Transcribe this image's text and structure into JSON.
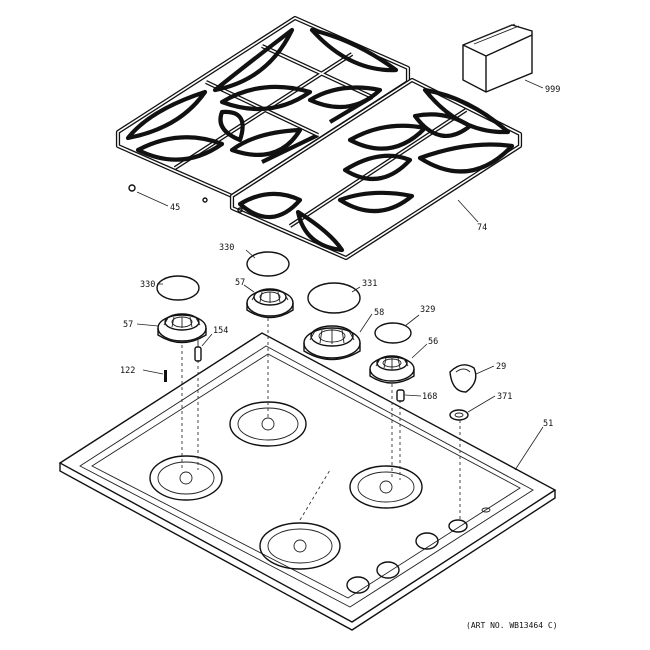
{
  "callouts": {
    "c999": "999",
    "c45": "45",
    "c74": "74",
    "c330a": "330",
    "c330b": "330",
    "c331": "331",
    "c57a": "57",
    "c57b": "57",
    "c58": "58",
    "c329": "329",
    "c56": "56",
    "c154": "154",
    "c122": "122",
    "c168": "168",
    "c29": "29",
    "c371": "371",
    "c51": "51"
  },
  "art_number": "(ART NO. WB13464 C)"
}
